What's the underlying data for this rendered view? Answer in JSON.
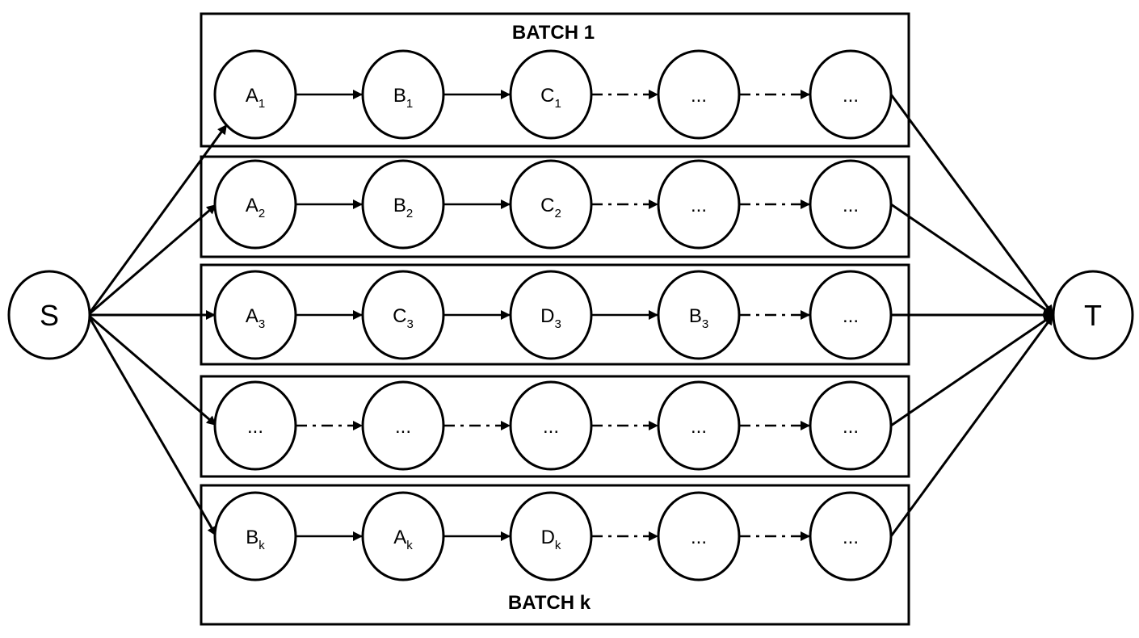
{
  "source": {
    "label": "S"
  },
  "sink": {
    "label": "T"
  },
  "batch_titles": {
    "first": "BATCH 1",
    "last": "BATCH k"
  },
  "rows": [
    {
      "nodes": [
        {
          "label": "A",
          "sub": "1"
        },
        {
          "label": "B",
          "sub": "1"
        },
        {
          "label": "C",
          "sub": "1"
        },
        {
          "label": "...",
          "sub": ""
        },
        {
          "label": "...",
          "sub": ""
        }
      ],
      "edges": [
        "solid",
        "solid",
        "dashed",
        "dashed"
      ]
    },
    {
      "nodes": [
        {
          "label": "A",
          "sub": "2"
        },
        {
          "label": "B",
          "sub": "2"
        },
        {
          "label": "C",
          "sub": "2"
        },
        {
          "label": "...",
          "sub": ""
        },
        {
          "label": "...",
          "sub": ""
        }
      ],
      "edges": [
        "solid",
        "solid",
        "dashed",
        "dashed"
      ]
    },
    {
      "nodes": [
        {
          "label": "A",
          "sub": "3"
        },
        {
          "label": "C",
          "sub": "3"
        },
        {
          "label": "D",
          "sub": "3"
        },
        {
          "label": "B",
          "sub": "3"
        },
        {
          "label": "...",
          "sub": ""
        }
      ],
      "edges": [
        "solid",
        "solid",
        "solid",
        "dashed"
      ]
    },
    {
      "nodes": [
        {
          "label": "...",
          "sub": ""
        },
        {
          "label": "...",
          "sub": ""
        },
        {
          "label": "...",
          "sub": ""
        },
        {
          "label": "...",
          "sub": ""
        },
        {
          "label": "...",
          "sub": ""
        }
      ],
      "edges": [
        "dashed",
        "dashed",
        "dashed",
        "dashed"
      ]
    },
    {
      "nodes": [
        {
          "label": "B",
          "sub": "k"
        },
        {
          "label": "A",
          "sub": "k"
        },
        {
          "label": "D",
          "sub": "k"
        },
        {
          "label": "...",
          "sub": ""
        },
        {
          "label": "...",
          "sub": ""
        }
      ],
      "edges": [
        "solid",
        "solid",
        "dashed",
        "dashed"
      ]
    }
  ]
}
